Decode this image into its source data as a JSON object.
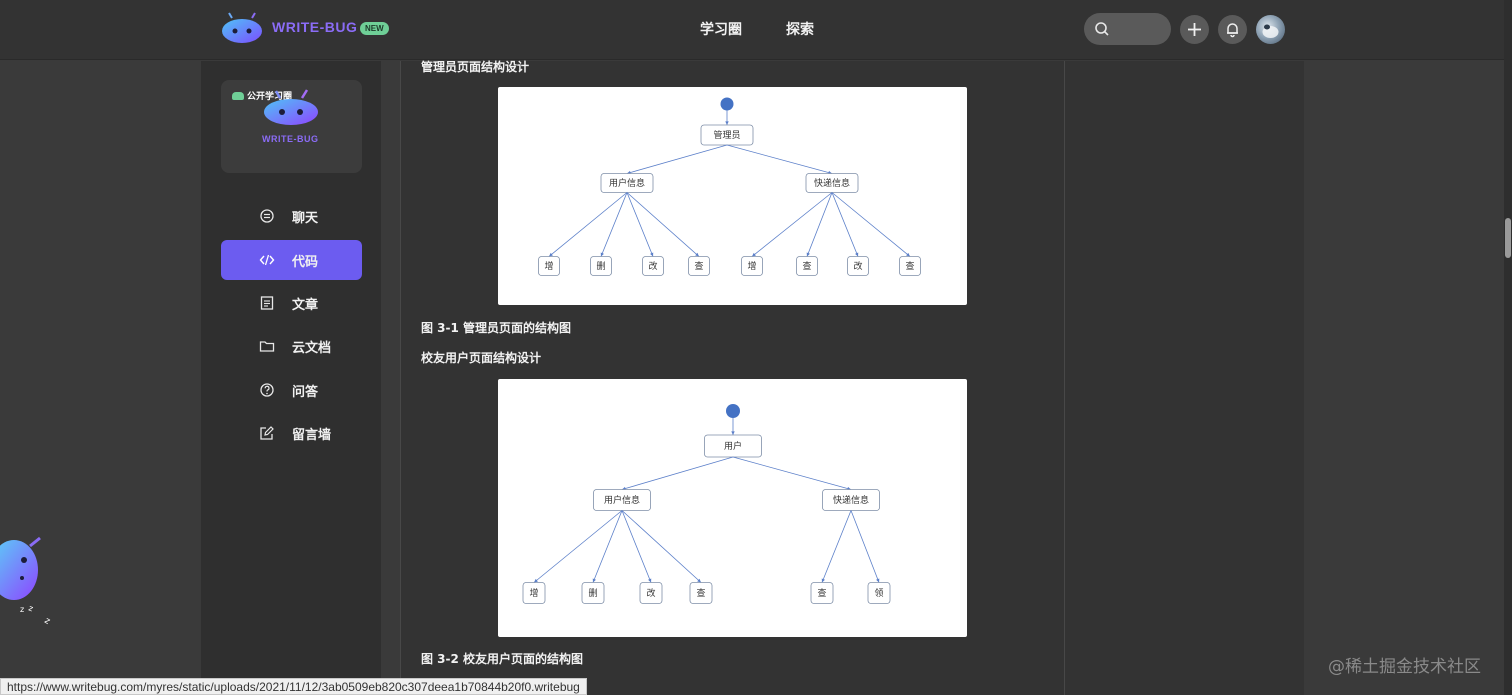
{
  "header": {
    "brand": "WRITE-BUG",
    "badge": "NEW",
    "nav": [
      "学习圈",
      "探索"
    ],
    "icons": [
      "search-icon",
      "plus-icon",
      "bell-icon"
    ]
  },
  "sidebar": {
    "circle": {
      "tag": "公开学习圈",
      "name": "WRITE-BUG"
    },
    "items": [
      {
        "label": "聊天",
        "icon": "chat-icon",
        "active": false
      },
      {
        "label": "代码",
        "icon": "code-icon",
        "active": true
      },
      {
        "label": "文章",
        "icon": "article-icon",
        "active": false
      },
      {
        "label": "云文档",
        "icon": "folder-icon",
        "active": false
      },
      {
        "label": "问答",
        "icon": "question-icon",
        "active": false
      },
      {
        "label": "留言墙",
        "icon": "edit-icon",
        "active": false
      }
    ]
  },
  "article": {
    "heading1": "管理员页面结构设计",
    "caption1": "图 3-1 管理员页面的结构图",
    "heading2": "校友用户页面结构设计",
    "caption2": "图 3-2 校友用户页面的结构图",
    "diagram1": {
      "root": "管理员",
      "branches": [
        {
          "label": "用户信息",
          "children": [
            "增",
            "删",
            "改",
            "查"
          ]
        },
        {
          "label": "快递信息",
          "children": [
            "增",
            "查",
            "改",
            "查"
          ]
        }
      ]
    },
    "diagram2": {
      "root": "用户",
      "branches": [
        {
          "label": "用户信息",
          "children": [
            "增",
            "删",
            "改",
            "查"
          ]
        },
        {
          "label": "快递信息",
          "children": [
            "查",
            "领"
          ]
        }
      ]
    }
  },
  "status": {
    "url": "https://www.writebug.com/myres/static/uploads/2021/11/12/3ab0509eb820c307deea1b70844b20f0.writebug"
  },
  "watermark": "@稀土掘金技术社区",
  "colors": {
    "accent": "#6c5cf0",
    "brand": "#8b6cf6",
    "badge": "#6fcf97",
    "diagram_line": "#5b7fc9"
  }
}
